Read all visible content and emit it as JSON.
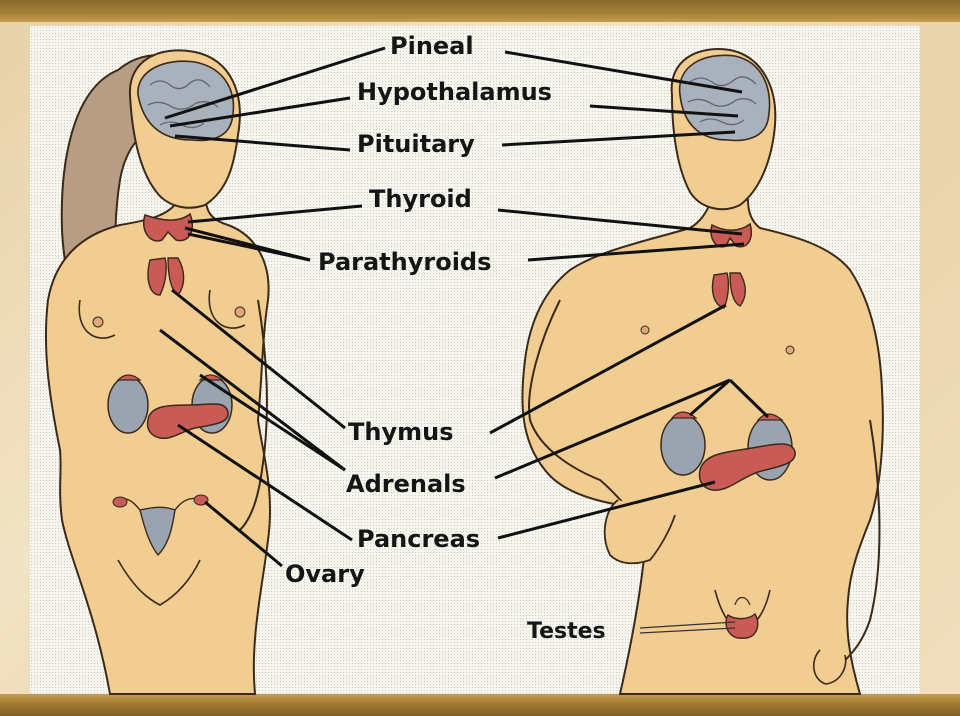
{
  "diagram": {
    "labels": {
      "pineal": "Pineal",
      "hypothalamus": "Hypothalamus",
      "pituitary": "Pituitary",
      "thyroid": "Thyroid",
      "parathyroids": "Parathyroids",
      "thymus": "Thymus",
      "adrenals": "Adrenals",
      "pancreas": "Pancreas",
      "ovary": "Ovary",
      "testes": "Testes"
    },
    "colors": {
      "skin": "#f2cd92",
      "skin_outline": "#3a2a1a",
      "brain": "#a9b1bd",
      "gland_red": "#c95a55",
      "gland_grey": "#9aa3b0",
      "hair": "#b89d85"
    }
  }
}
